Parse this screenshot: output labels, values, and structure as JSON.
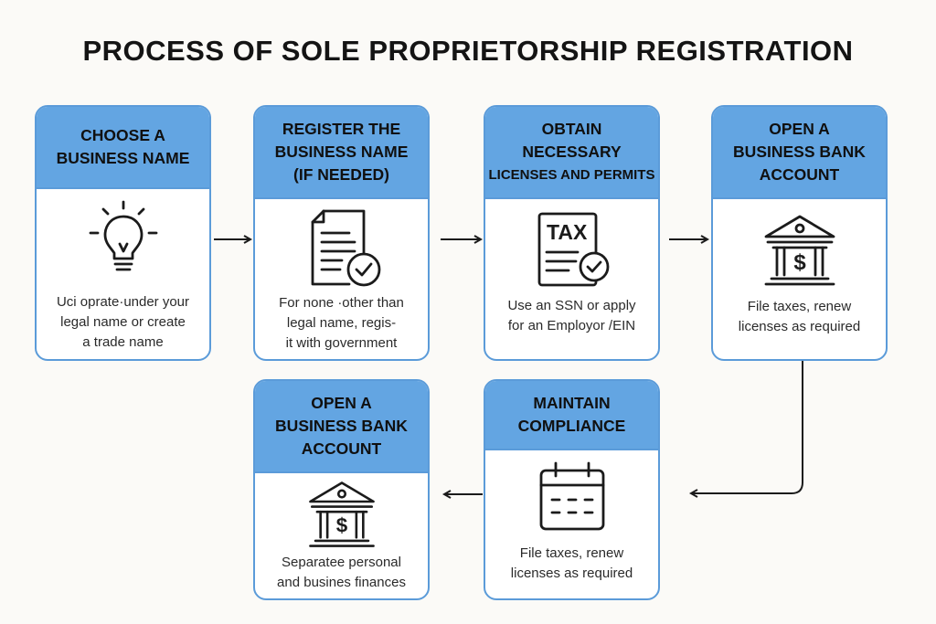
{
  "title": "PROCESS OF SOLE PROPRIETORSHIP REGISTRATION",
  "steps": [
    {
      "heading": [
        "CHOOSE A",
        "BUSINESS NAME"
      ],
      "icon": "lightbulb-icon",
      "description": [
        "Uci oprate·under your",
        "legal name or create",
        "a trade name"
      ]
    },
    {
      "heading": [
        "REGISTER THE",
        "BUSINESS NAME",
        "(IF NEEDED)"
      ],
      "icon": "document-check-icon",
      "description": [
        "For none ·other than",
        "legal name, regis-",
        "it with government"
      ]
    },
    {
      "heading": [
        "OBTAIN",
        "NECESSARY",
        "LICENSES AND PERMITS"
      ],
      "icon": "tax-form-icon",
      "icon_text": "TAX",
      "description": [
        "Use an SSN or apply",
        "for an Employor /EIN"
      ]
    },
    {
      "heading": [
        "OPEN A",
        "BUSINESS BANK",
        "ACCOUNT"
      ],
      "icon": "bank-icon",
      "icon_text": "$",
      "description": [
        "File taxes, renew",
        "licenses as required"
      ]
    },
    {
      "heading": [
        "MAINTAIN",
        "COMPLIANCE"
      ],
      "icon": "calendar-icon",
      "description": [
        "File taxes, renew",
        "licenses as required"
      ]
    },
    {
      "heading": [
        "OPEN A",
        "BUSINESS BANK",
        "ACCOUNT"
      ],
      "icon": "bank-icon",
      "icon_text": "$",
      "description": [
        "Separatee personal",
        "and busines finances"
      ]
    }
  ],
  "colors": {
    "header_fill": "#63a5e2",
    "border": "#5b9bd9",
    "icon_stroke": "#1b1b1b",
    "arrow": "#1b1b1b"
  }
}
